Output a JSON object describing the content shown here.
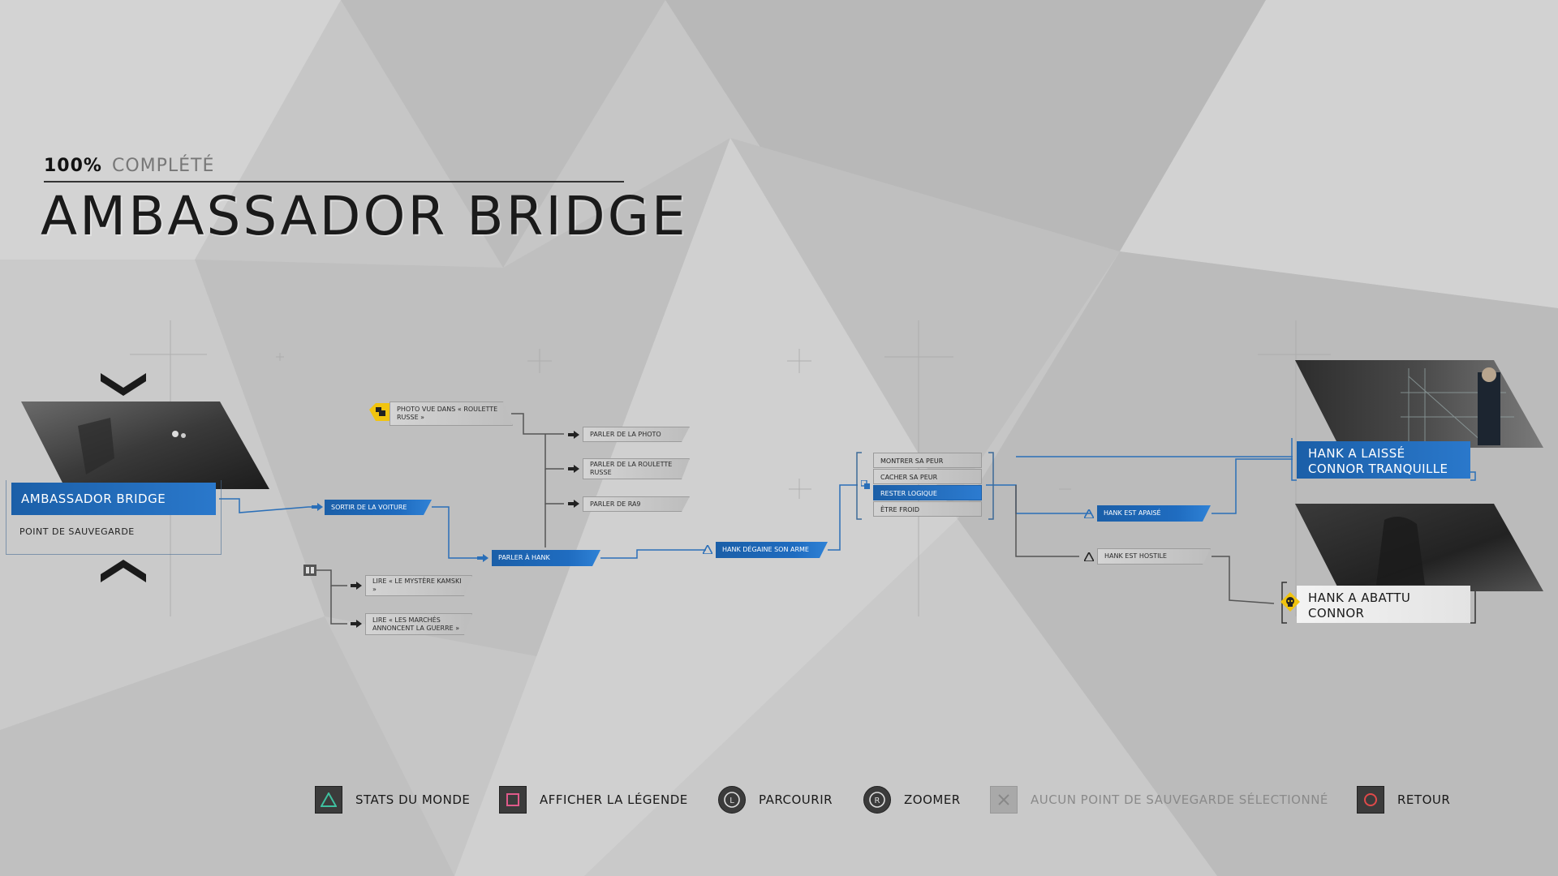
{
  "header": {
    "percent": "100%",
    "completion_label": "COMPLÉTÉ",
    "chapter_title": "AMBASSADOR BRIDGE"
  },
  "start_node": {
    "title": "AMBASSADOR BRIDGE",
    "subtitle": "POINT DE SAUVEGARDE"
  },
  "nodes": {
    "photo": "PHOTO VUE DANS « ROULETTE RUSSE »",
    "sortir_voiture": "SORTIR DE LA VOITURE",
    "parler_photo": "PARLER DE LA PHOTO",
    "parler_roulette": "PARLER DE LA ROULETTE RUSSE",
    "parler_ra9": "PARLER DE RA9",
    "parler_hank": "PARLER À HANK",
    "lire_kamski": "LIRE « LE MYSTÈRE KAMSKI »",
    "lire_marches": "LIRE « LES MARCHÉS ANNONCENT LA GUERRE »",
    "hank_degaine": "HANK DÉGAINE SON ARME",
    "hank_apaise": "HANK EST APAISÉ",
    "hank_hostile": "HANK EST HOSTILE"
  },
  "choices": [
    {
      "label": "MONTRER SA PEUR",
      "selected": false
    },
    {
      "label": "CACHER SA PEUR",
      "selected": false
    },
    {
      "label": "RESTER LOGIQUE",
      "selected": true
    },
    {
      "label": "ÊTRE FROID",
      "selected": false
    }
  ],
  "endings": {
    "ending_1": "HANK A LAISSÉ CONNOR TRANQUILLE",
    "ending_2": "HANK A ABATTU CONNOR"
  },
  "legend": {
    "stats": "STATS DU MONDE",
    "show_legend": "AFFICHER LA LÉGENDE",
    "browse": "PARCOURIR",
    "zoom": "ZOOMER",
    "no_checkpoint": "AUCUN POINT DE SAUVEGARDE SÉLECTIONNÉ",
    "back": "RETOUR"
  },
  "colors": {
    "accent_blue": "#1f6cc0",
    "background": "#c7c7c7",
    "triangle_green": "#3fbf9f",
    "square_pink": "#e05a8a",
    "circle_red": "#e04a4a",
    "ending_icon_yellow": "#f1c40f"
  },
  "icons": {
    "start_up": "chevron-up-icon",
    "start_down": "chevron-down-icon",
    "photo_marker": "photo-unlock-icon",
    "magazine_marker": "magazine-icon",
    "choice_triangle": "triangle-icon",
    "ending_skull": "skull-icon"
  }
}
